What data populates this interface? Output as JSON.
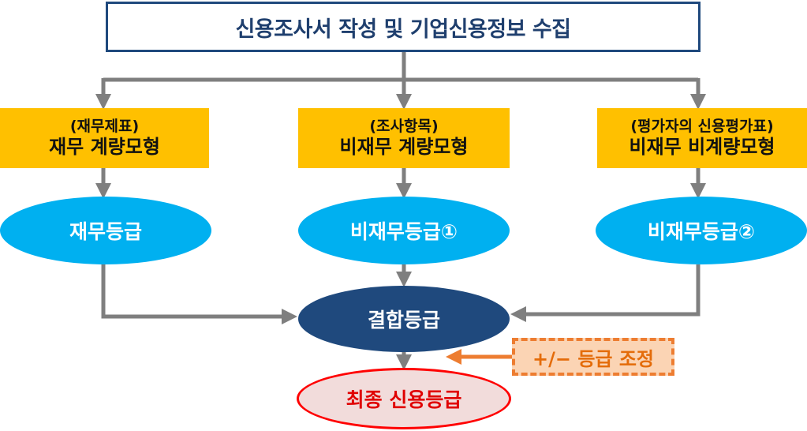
{
  "top": {
    "label": "신용조사서 작성 및 기업신용정보 수집"
  },
  "models": [
    {
      "sub": "(재무제표)",
      "main": "재무 계량모형"
    },
    {
      "sub": "(조사항목)",
      "main": "비재무 계량모형"
    },
    {
      "sub": "(평가자의 신용평가표)",
      "main": "비재무 비계량모형"
    }
  ],
  "grades": [
    {
      "label": "재무등급"
    },
    {
      "label": "비재무등급①"
    },
    {
      "label": "비재무등급②"
    }
  ],
  "combined": {
    "label": "결합등급"
  },
  "adjustment": {
    "label": "+/− 등급 조정"
  },
  "final": {
    "label": "최종 신용등급"
  },
  "colors": {
    "navy": "#1f497d",
    "yellow": "#ffc000",
    "sky": "#00b0f0",
    "arrow": "#7f7f7f",
    "orange": "#ed7d31",
    "red": "#ff0000"
  }
}
